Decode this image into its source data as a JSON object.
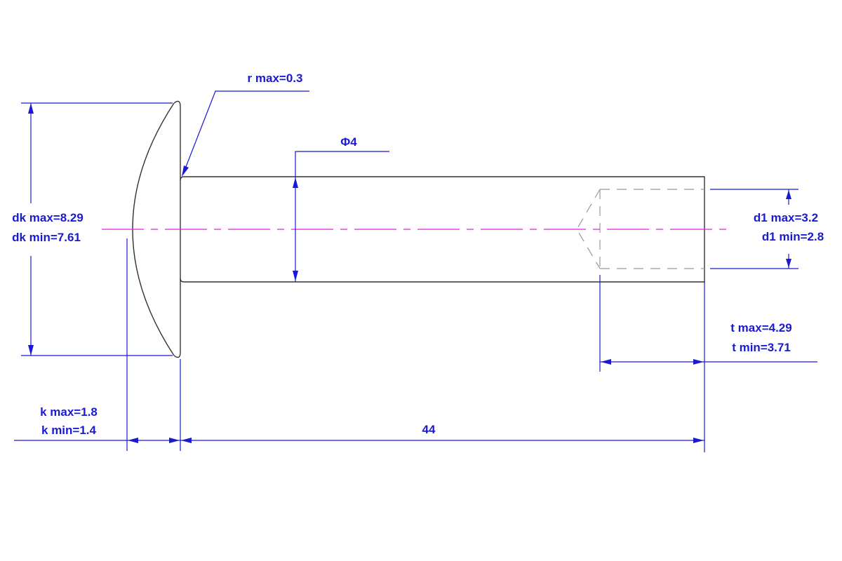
{
  "title": "Round head rivet with hole drawing",
  "dimensions": {
    "r_max": "r max=0.3",
    "shank_dia": "Φ4",
    "dk_max": "dk max=8.29",
    "dk_min": "dk min=7.61",
    "d1_max": "d1 max=3.2",
    "d1_min": "d1 min=2.8",
    "t_max": "t max=4.29",
    "t_min": "t min=3.71",
    "k_max": "k max=1.8",
    "k_min": "k min=1.4",
    "length": "44"
  },
  "colors": {
    "dimension": "#1a1ad0",
    "centerline": "#e020e0",
    "outline": "#333333",
    "hidden": "#999999"
  }
}
